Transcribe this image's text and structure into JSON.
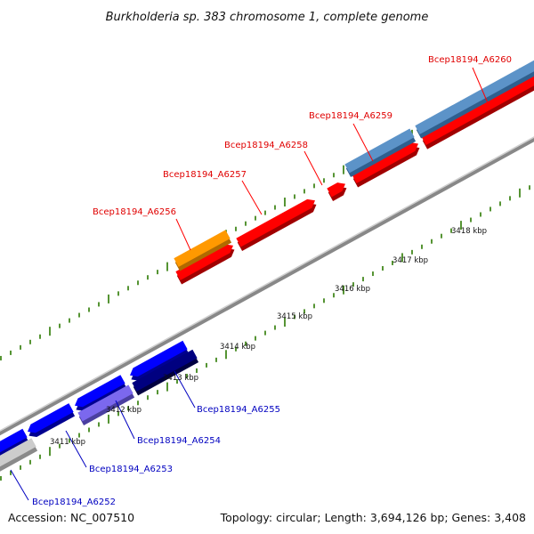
{
  "title": "Burkholderia sp. 383 chromosome 1, complete genome",
  "footer": {
    "accession": "Accession: NC_007510",
    "summary": "Topology: circular; Length: 3,694,126 bp; Genes: 3,408"
  },
  "colors": {
    "forward_cds": "#ff0000",
    "reverse_cds": "#0000ff",
    "ruler_tick": "#2b7a00",
    "backbone": "#888888"
  },
  "ticks": [
    "3411 kbp",
    "3412 kbp",
    "3413 kbp",
    "3414 kbp",
    "3415 kbp",
    "3416 kbp",
    "3417 kbp",
    "3418 kbp"
  ],
  "genes_top": [
    {
      "label": "Bcep18194_A6256"
    },
    {
      "label": "Bcep18194_A6257"
    },
    {
      "label": "Bcep18194_A6258"
    },
    {
      "label": "Bcep18194_A6259"
    },
    {
      "label": "Bcep18194_A6260"
    }
  ],
  "genes_bottom": [
    {
      "label": "Bcep18194_A6252"
    },
    {
      "label": "Bcep18194_A6253"
    },
    {
      "label": "Bcep18194_A6254"
    },
    {
      "label": "Bcep18194_A6255"
    }
  ]
}
